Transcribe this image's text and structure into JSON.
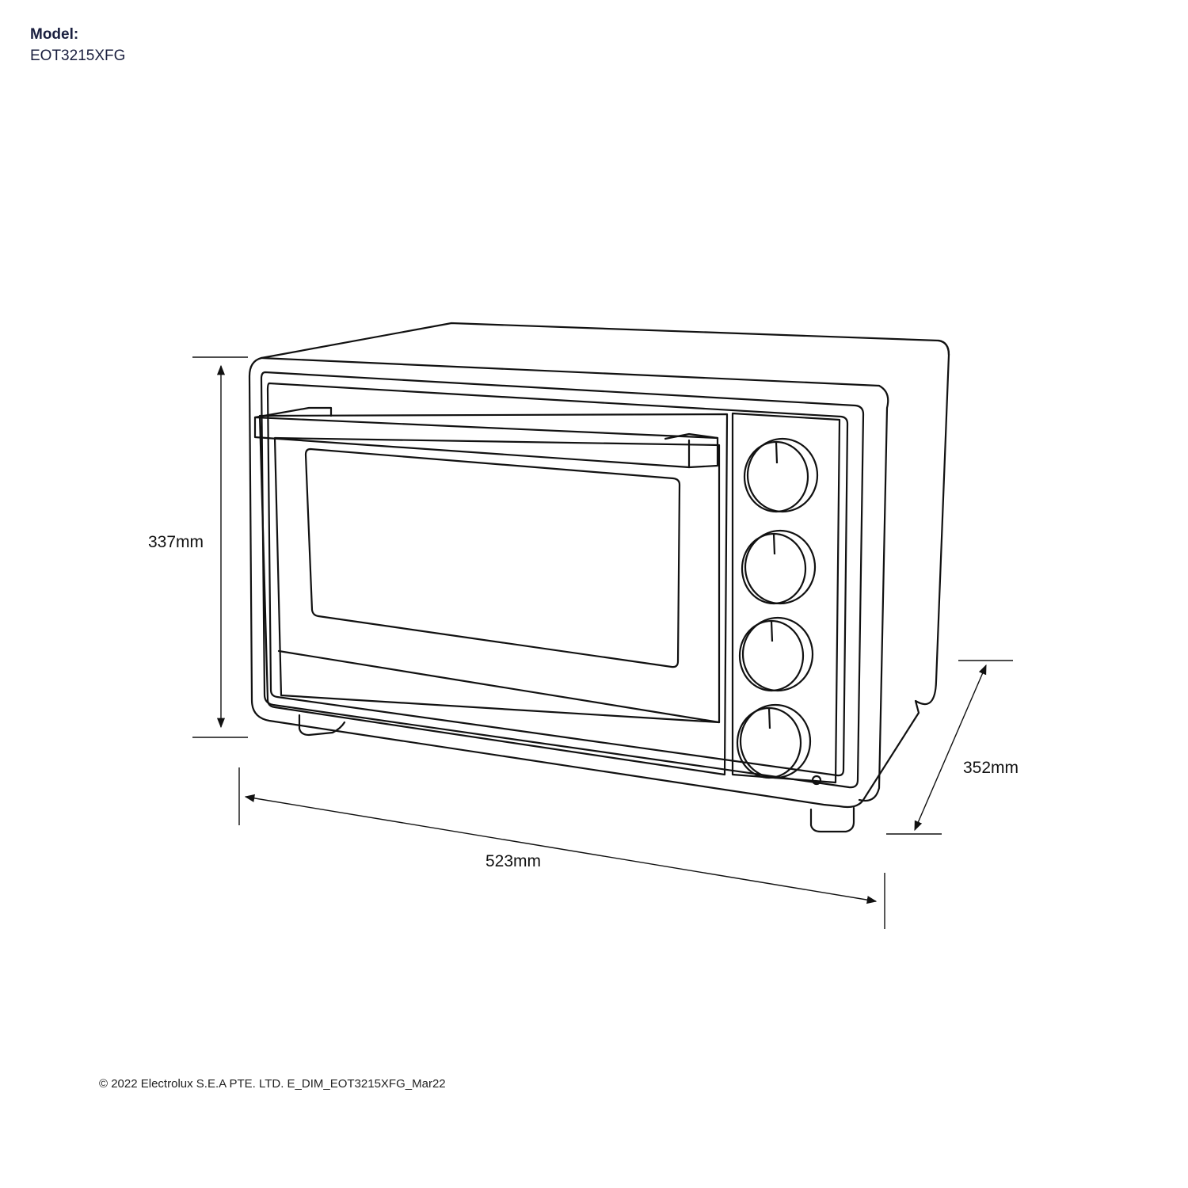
{
  "header": {
    "model_label": "Model:",
    "model_code": "EOT3215XFG"
  },
  "dimensions": {
    "height": "337mm",
    "width": "523mm",
    "depth": "352mm"
  },
  "footer": {
    "copyright": "© 2022 Electrolux S.E.A PTE. LTD.  E_DIM_EOT3215XFG_Mar22"
  },
  "colors": {
    "line": "#111111",
    "model_text": "#1a1f3f"
  }
}
